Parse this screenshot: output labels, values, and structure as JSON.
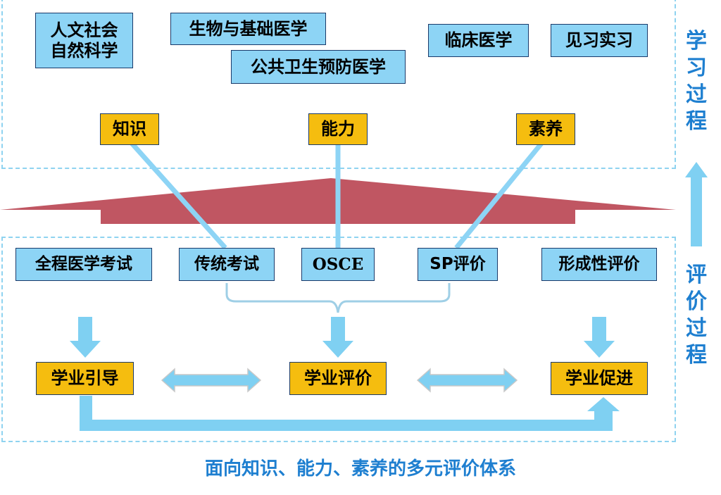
{
  "learning": {
    "subjects": {
      "humanities_line1": "人文社会",
      "humanities_line2": "自然科学",
      "biomedical": "生物与基础医学",
      "public_health": "公共卫生预防医学",
      "clinical": "临床医学",
      "clerkship": "见习实习"
    },
    "outcomes": {
      "knowledge": "知识",
      "ability": "能力",
      "literacy": "素养"
    },
    "side_label": "学习过程"
  },
  "evaluation": {
    "methods": {
      "whole_exam": "全程医学考试",
      "traditional_exam": "传统考试",
      "osce": "OSCE",
      "sp": "SP评价",
      "formative": "形成性评价"
    },
    "results": {
      "guidance": "学业引导",
      "assessment": "学业评价",
      "promotion": "学业促进"
    },
    "side_label": "评价过程"
  },
  "caption": "面向知识、能力、素养的多元评价体系",
  "colors": {
    "box_blue": "#8dd4f5",
    "box_gold": "#f5bd0f",
    "accent_blue": "#1e7fd0",
    "bridge_red": "#c05662"
  }
}
